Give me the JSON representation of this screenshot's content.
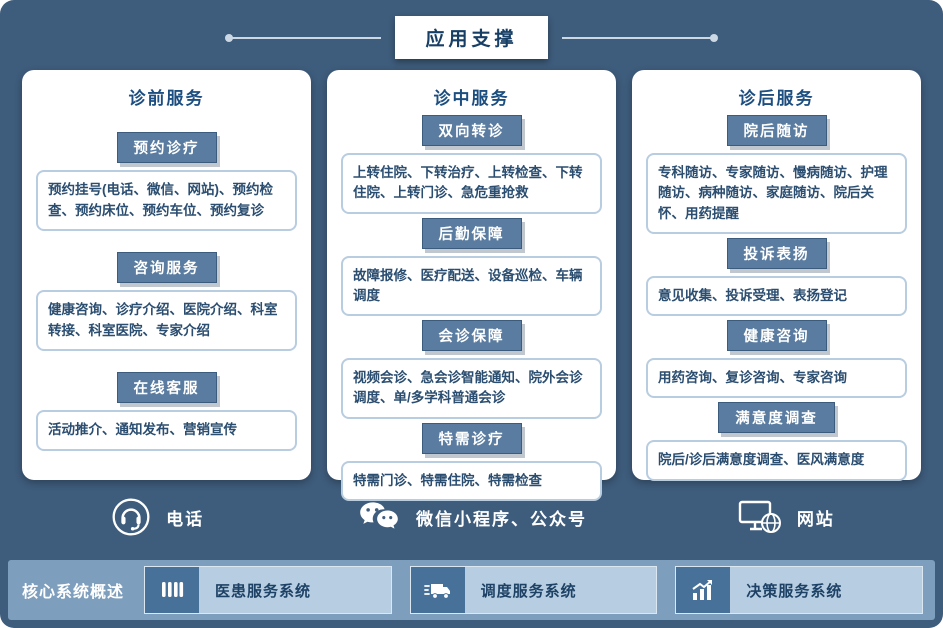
{
  "header": {
    "title": "应用支撑"
  },
  "columns": [
    {
      "title": "诊前服务",
      "sections": [
        {
          "badge": "预约诊疗",
          "content": "预约挂号(电话、微信、网站)、预约检查、预约床位、预约车位、预约复诊"
        },
        {
          "badge": "咨询服务",
          "content": "健康咨询、诊疗介绍、医院介绍、科室转接、科室医院、专家介绍"
        },
        {
          "badge": "在线客服",
          "content": "活动推介、通知发布、营销宣传"
        }
      ]
    },
    {
      "title": "诊中服务",
      "sections": [
        {
          "badge": "双向转诊",
          "content": "上转住院、下转治疗、上转检查、下转住院、上转门诊、急危重抢救"
        },
        {
          "badge": "后勤保障",
          "content": "故障报修、医疗配送、设备巡检、车辆调度"
        },
        {
          "badge": "会诊保障",
          "content": "视频会诊、急会诊智能通知、院外会诊调度、单/多学科普通会诊"
        },
        {
          "badge": "特需诊疗",
          "content": "特需门诊、特需住院、特需检查"
        }
      ]
    },
    {
      "title": "诊后服务",
      "sections": [
        {
          "badge": "院后随访",
          "content": "专科随访、专家随访、慢病随访、护理随访、病种随访、家庭随访、院后关怀、用药提醒"
        },
        {
          "badge": "投诉表扬",
          "content": "意见收集、投诉受理、表扬登记"
        },
        {
          "badge": "健康咨询",
          "content": "用药咨询、复诊咨询、专家咨询"
        },
        {
          "badge": "满意度调查",
          "content": "院后/诊后满意度调查、医风满意度"
        }
      ]
    }
  ],
  "channels": [
    {
      "icon": "headset-icon",
      "label": "电话"
    },
    {
      "icon": "wechat-icon",
      "label": "微信小程序、公众号"
    },
    {
      "icon": "website-icon",
      "label": "网站"
    }
  ],
  "footer": {
    "label": "核心系统概述",
    "systems": [
      {
        "icon": "hospital-icon",
        "label": "医患服务系统"
      },
      {
        "icon": "truck-icon",
        "label": "调度服务系统"
      },
      {
        "icon": "chart-icon",
        "label": "决策服务系统"
      }
    ]
  },
  "colors": {
    "background": "#3e5c7c",
    "card": "#ffffff",
    "badge": "#5a7ca0",
    "column_title_text": "#1c4e80",
    "content_text": "#2a4d70",
    "footer_strip": "#7e9ebd",
    "footer_box": "#b7cee2",
    "footer_icon_bg": "#48719a"
  }
}
